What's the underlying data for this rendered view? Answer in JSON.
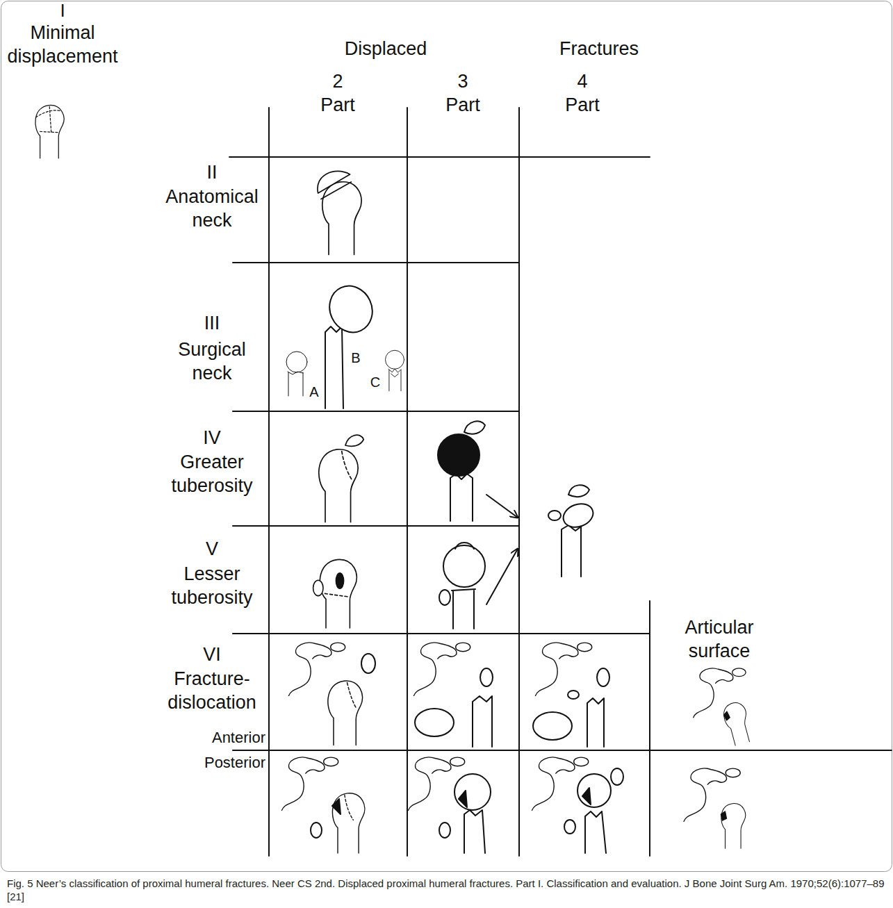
{
  "diagram": {
    "caption": "Fig. 5 Neer’s classification of proximal humeral fractures. Neer CS 2nd. Displaced proximal humeral fractures. Part I. Classification and evaluation. J Bone Joint Surg Am. 1970;52(6):1077–89 [21]",
    "labels": [
      "I",
      "Minimal displacement",
      "Displaced",
      "Fractures",
      "2 Part",
      "3 Part",
      "4 Part",
      "II",
      "Anatomical neck",
      "III",
      "Surgical neck",
      "A",
      "B",
      "C",
      "IV",
      "Greater tuberosity",
      "V",
      "Lesser tuberosity",
      "VI",
      "Fracture-dislocation",
      "Anterior",
      "Posterior",
      "Articular surface"
    ]
  }
}
